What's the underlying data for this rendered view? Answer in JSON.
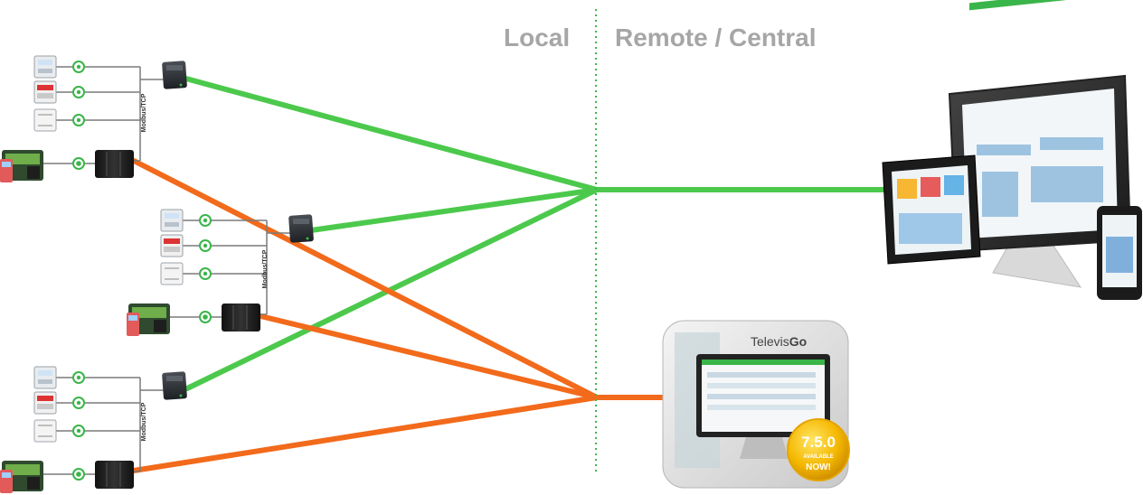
{
  "header": {
    "local_label": "Local",
    "remote_label": "Remote / Central"
  },
  "bus_label": "Modbus/TCP",
  "televis_app": {
    "brand_regular": "Televis",
    "brand_bold": "Go",
    "badge_version": "7.5.0",
    "badge_line1": "AVAILABLE",
    "badge_line2": "NOW!"
  },
  "colors": {
    "green_link": "#4cc94c",
    "orange_link": "#f26a1b",
    "divider": "#3cb84a",
    "header_text": "#a6a6a6"
  },
  "icons": {
    "meter_top": "power-meter-icon",
    "meter_mid": "energy-meter-icon",
    "meter_bottom": "io-module-icon",
    "controller": "refrigeration-controller-icon",
    "gateway_green": "modbus-gateway-icon",
    "gateway_black": "ethernet-gateway-icon",
    "remote": "monitor-tablet-phone-icon",
    "app": "televisgo-app-icon"
  }
}
